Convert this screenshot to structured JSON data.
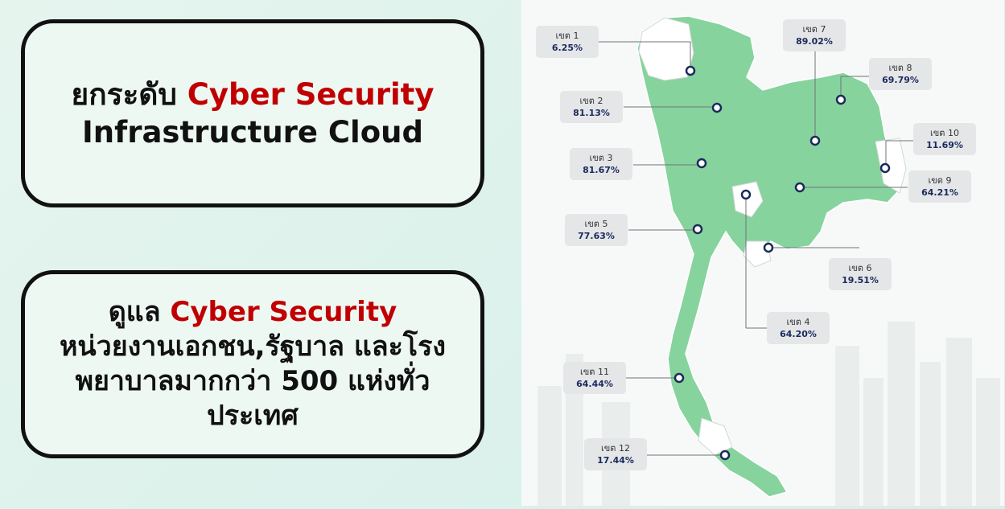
{
  "cards": {
    "top": {
      "prefix": "ยกระดับ ",
      "accent": "Cyber Security",
      "line2": "Infrastructure Cloud"
    },
    "bottom": {
      "prefix": "ดูแล ",
      "accent": "Cyber Security",
      "line2": "หน่วยงานเอกชน,รัฐบาล และโรง",
      "line3": "พยาบาลมากกว่า 500 แห่งทั่ว",
      "line4": "ประเทศ"
    }
  },
  "colors": {
    "accent": "#c00000",
    "map_fill": "#86d39d",
    "label_value": "#1b2a5c"
  },
  "regions": [
    {
      "name": "เขต 1",
      "percent": "6.25%"
    },
    {
      "name": "เขต 2",
      "percent": "81.13%"
    },
    {
      "name": "เขต 3",
      "percent": "81.67%"
    },
    {
      "name": "เขต 4",
      "percent": "64.20%"
    },
    {
      "name": "เขต 5",
      "percent": "77.63%"
    },
    {
      "name": "เขต 6",
      "percent": "19.51%"
    },
    {
      "name": "เขต 7",
      "percent": "89.02%"
    },
    {
      "name": "เขต 8",
      "percent": "69.79%"
    },
    {
      "name": "เขต 9",
      "percent": "64.21%"
    },
    {
      "name": "เขต 10",
      "percent": "11.69%"
    },
    {
      "name": "เขต 11",
      "percent": "64.44%"
    },
    {
      "name": "เขต 12",
      "percent": "17.44%"
    }
  ]
}
